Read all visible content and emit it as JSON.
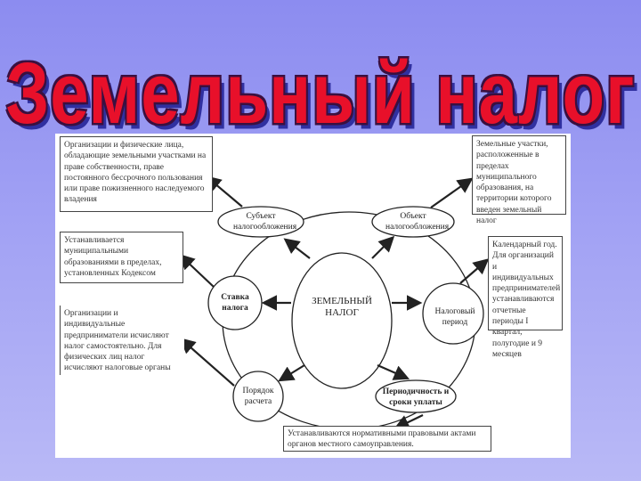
{
  "slide": {
    "title": "Земельный налог",
    "background_color": "#9a9af2",
    "title_color": "#e8102a"
  },
  "diagram": {
    "center": "ЗЕМЕЛЬНЫЙ НАЛОГ",
    "nodes": {
      "subject": "Субъект налогообложения",
      "object": "Объект налогообложения",
      "rate": "Ставка налога",
      "period": "Налоговый период",
      "calculation": "Порядок расчета",
      "payment": "Периодичность и сроки уплаты"
    },
    "boxes": {
      "subject": "Организации и физические лица, обладающие земельными участками на праве собственности, праве постоянного бессрочного пользования или праве пожизненного наследуемого владения",
      "rate": "Устанавливается муниципальными образованиями в пределах, установленных Кодексом",
      "calculation": "Организации и индивидуальные предприниматели исчисляют налог самостоятельно. Для физических лиц налог исчисляют налоговые органы",
      "object": "Земельные участки, расположенные в пределах муниципального образования, на территории которого введен земельный налог",
      "period": "Календарный год. Для организаций и индивидуальных предпринимателей устанавливаются отчетные периоды I квартал, полугодие и 9 месяцев",
      "payment": "Устанавливаются нормативными правовыми актами органов местного самоуправления."
    }
  }
}
